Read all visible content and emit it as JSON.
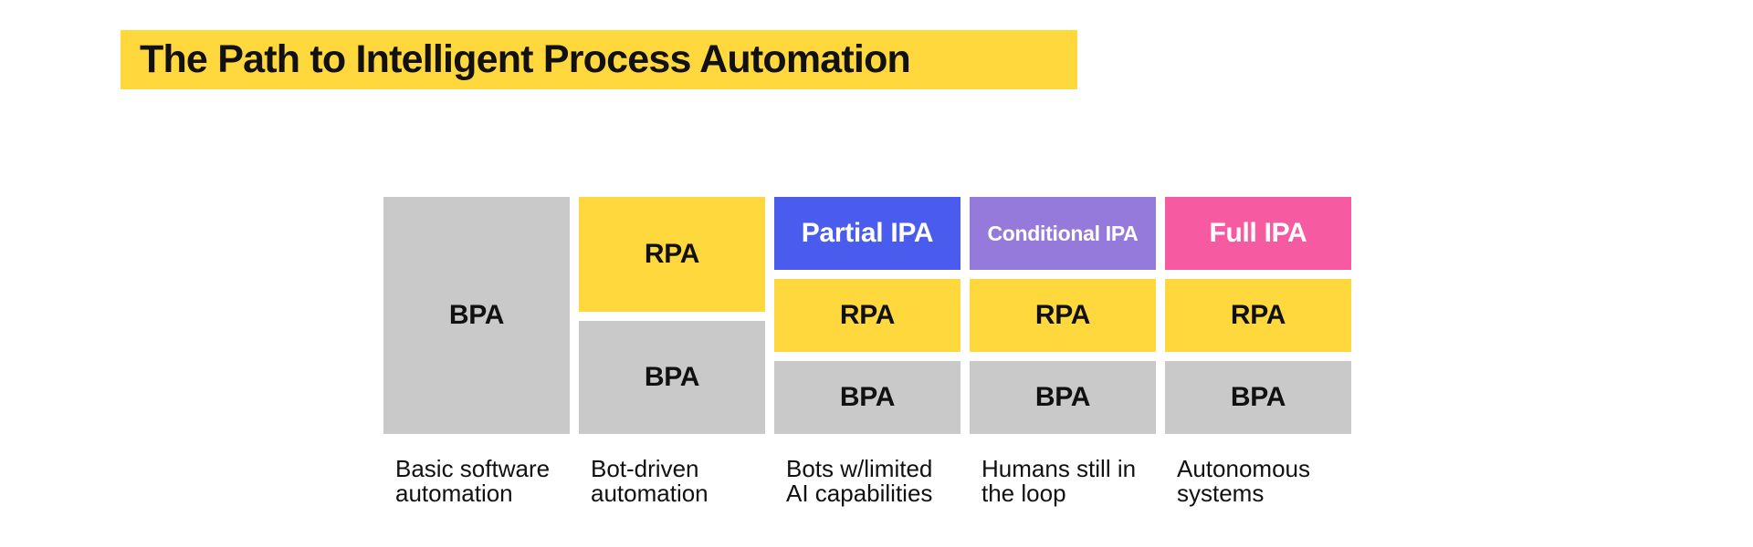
{
  "title": {
    "text": "The Path to Intelligent Process Automation"
  },
  "colors": {
    "title_highlight": "#FCD93B",
    "yellow": "#FFD83D",
    "gray": "#C9C9C9",
    "blue": "#4A5CEE",
    "purple": "#967ADB",
    "pink": "#F65BA2",
    "ink": "#111111",
    "light": "#FFFFFF"
  },
  "diagram": {
    "columns": [
      {
        "caption": "Basic software automation",
        "boxes": [
          {
            "label": "BPA"
          }
        ]
      },
      {
        "caption": "Bot-driven automation",
        "boxes": [
          {
            "label": "RPA"
          },
          {
            "label": "BPA"
          }
        ]
      },
      {
        "caption": "Bots w/limited AI capabilities",
        "boxes": [
          {
            "label": "Partial IPA"
          },
          {
            "label": "RPA"
          },
          {
            "label": "BPA"
          }
        ]
      },
      {
        "caption": "Humans still in the loop",
        "boxes": [
          {
            "label": "Conditional IPA"
          },
          {
            "label": "RPA"
          },
          {
            "label": "BPA"
          }
        ]
      },
      {
        "caption": "Autonomous systems",
        "boxes": [
          {
            "label": "Full IPA"
          },
          {
            "label": "RPA"
          },
          {
            "label": "BPA"
          }
        ]
      }
    ]
  }
}
